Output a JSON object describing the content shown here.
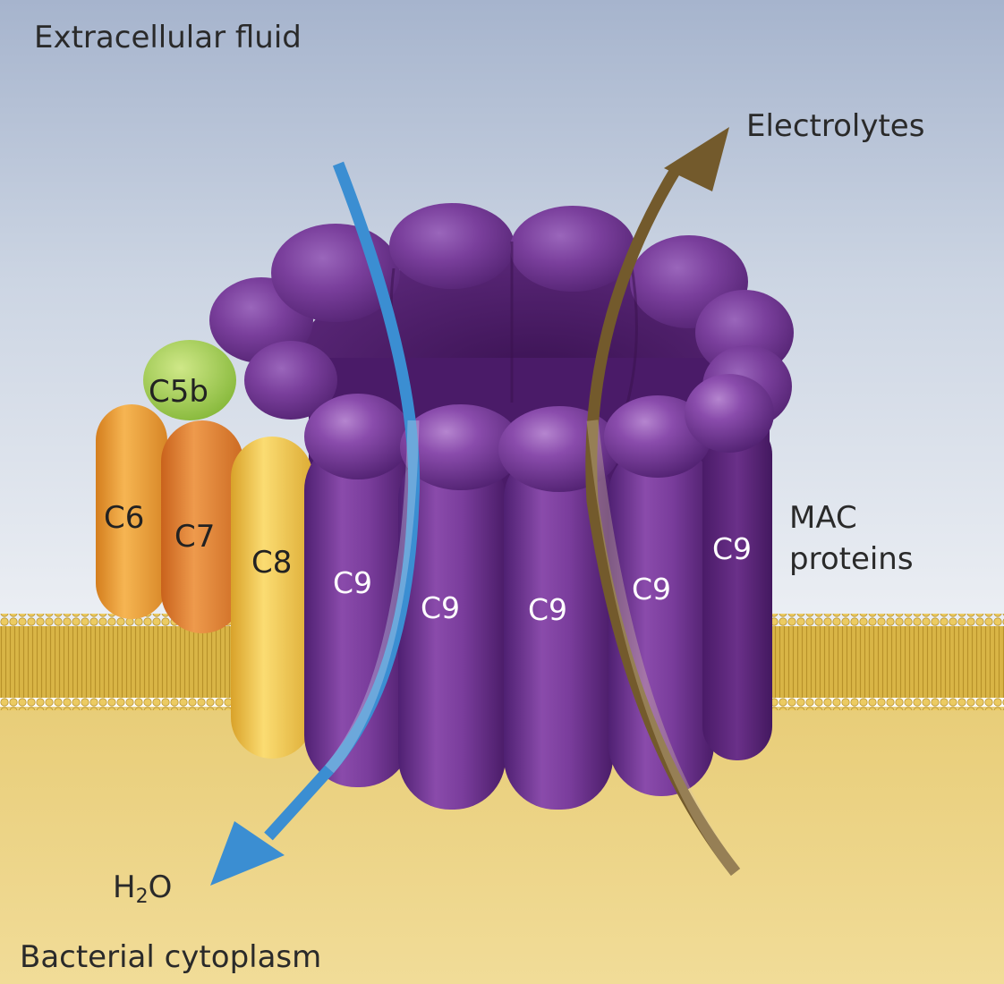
{
  "labels": {
    "extracellular": "Extracellular fluid",
    "electrolytes": "Electrolytes",
    "mac_line1": "MAC",
    "mac_line2": "proteins",
    "h2o_h": "H",
    "h2o_sub": "2",
    "h2o_o": "O",
    "cytoplasm": "Bacterial cytoplasm"
  },
  "proteins": {
    "c5b": "C5b",
    "c6": "C6",
    "c7": "C7",
    "c8": "C8",
    "c9": [
      "C9",
      "C9",
      "C9",
      "C9",
      "C9"
    ]
  },
  "colors": {
    "extracellular_top": "#a8b6cf",
    "extracellular_bottom": "#e9edf3",
    "cytoplasm": "#ecd486",
    "membrane": "#d6b64a",
    "c9_purple": "#7a3f9c",
    "c9_dark": "#4e1f6e",
    "c5b": "#9ccc4e",
    "c6": "#f0a23c",
    "c7": "#e6823a",
    "c8": "#f3c84a",
    "water_arrow": "#3b8ed2",
    "electrolyte_arrow": "#735a2c"
  }
}
